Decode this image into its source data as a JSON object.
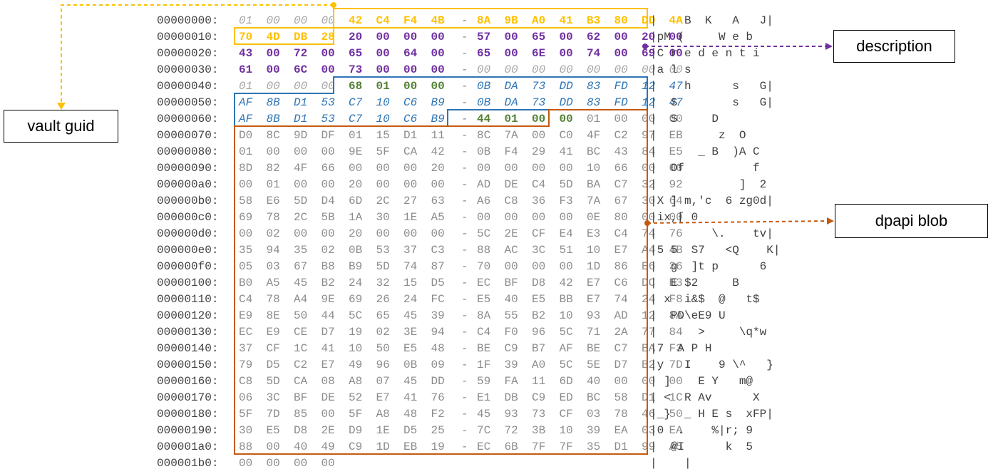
{
  "rows": [
    {
      "addr": "00000000:",
      "bytes": [
        "01",
        "00",
        "00",
        "00",
        "42",
        "C4",
        "F4",
        "4B",
        "8A",
        "9B",
        "A0",
        "41",
        "B3",
        "80",
        "DD",
        "4A"
      ],
      "cls": [
        "p",
        "p",
        "p",
        "p",
        "h",
        "h",
        "h",
        "h",
        "h",
        "h",
        "h",
        "h",
        "h",
        "h",
        "h",
        "h"
      ],
      "ascii": "|    B  K   A   J|"
    },
    {
      "addr": "00000010:",
      "bytes": [
        "70",
        "4D",
        "DB",
        "28",
        "20",
        "00",
        "00",
        "00",
        "57",
        "00",
        "65",
        "00",
        "62",
        "00",
        "20",
        "00"
      ],
      "cls": [
        "h",
        "h",
        "h",
        "h",
        "d",
        "d",
        "d",
        "d",
        "d",
        "d",
        "d",
        "d",
        "d",
        "d",
        "d",
        "d"
      ],
      "ascii": "|pM (     W e b  "
    },
    {
      "addr": "00000020:",
      "bytes": [
        "43",
        "00",
        "72",
        "00",
        "65",
        "00",
        "64",
        "00",
        "65",
        "00",
        "6E",
        "00",
        "74",
        "00",
        "69",
        "00"
      ],
      "cls": [
        "d",
        "d",
        "d",
        "d",
        "d",
        "d",
        "d",
        "d",
        "d",
        "d",
        "d",
        "d",
        "d",
        "d",
        "d",
        "d"
      ],
      "ascii": "|C r e d e n t i "
    },
    {
      "addr": "00000030:",
      "bytes": [
        "61",
        "00",
        "6C",
        "00",
        "73",
        "00",
        "00",
        "00",
        "00",
        "00",
        "00",
        "00",
        "00",
        "00",
        "00",
        "00"
      ],
      "cls": [
        "d",
        "d",
        "d",
        "d",
        "d",
        "d",
        "d",
        "d",
        "p",
        "p",
        "p",
        "p",
        "p",
        "p",
        "p",
        "p"
      ],
      "ascii": "|a l s           "
    },
    {
      "addr": "00000040:",
      "bytes": [
        "01",
        "00",
        "00",
        "00",
        "68",
        "01",
        "00",
        "00",
        "0B",
        "DA",
        "73",
        "DD",
        "83",
        "FD",
        "12",
        "47"
      ],
      "cls": [
        "p",
        "p",
        "p",
        "p",
        "l",
        "l",
        "l",
        "l",
        "g",
        "g",
        "g",
        "g",
        "g",
        "g",
        "g",
        "g"
      ],
      "ascii": "|    h      s   G|"
    },
    {
      "addr": "00000050:",
      "bytes": [
        "AF",
        "8B",
        "D1",
        "53",
        "C7",
        "10",
        "C6",
        "B9",
        "0B",
        "DA",
        "73",
        "DD",
        "83",
        "FD",
        "12",
        "47"
      ],
      "cls": [
        "g",
        "g",
        "g",
        "g",
        "g",
        "g",
        "g",
        "g",
        "g",
        "g",
        "g",
        "g",
        "g",
        "g",
        "g",
        "g"
      ],
      "ascii": "|  S        s   G|"
    },
    {
      "addr": "00000060:",
      "bytes": [
        "AF",
        "8B",
        "D1",
        "53",
        "C7",
        "10",
        "C6",
        "B9",
        "44",
        "01",
        "00",
        "00",
        "01",
        "00",
        "00",
        "00"
      ],
      "cls": [
        "g",
        "g",
        "g",
        "g",
        "g",
        "g",
        "g",
        "g",
        "l",
        "l",
        "l",
        "l",
        "b",
        "b",
        "b",
        "b"
      ],
      "ascii": "|  S     D       "
    },
    {
      "addr": "00000070:",
      "bytes": [
        "D0",
        "8C",
        "9D",
        "DF",
        "01",
        "15",
        "D1",
        "11",
        "8C",
        "7A",
        "00",
        "C0",
        "4F",
        "C2",
        "97",
        "EB"
      ],
      "cls": [
        "b",
        "b",
        "b",
        "b",
        "b",
        "b",
        "b",
        "b",
        "b",
        "b",
        "b",
        "b",
        "b",
        "b",
        "b",
        "b"
      ],
      "ascii": "|         z  O    "
    },
    {
      "addr": "00000080:",
      "bytes": [
        "01",
        "00",
        "00",
        "00",
        "9E",
        "5F",
        "CA",
        "42",
        "0B",
        "F4",
        "29",
        "41",
        "BC",
        "43",
        "84",
        "E5"
      ],
      "cls": [
        "b",
        "b",
        "b",
        "b",
        "b",
        "b",
        "b",
        "b",
        "b",
        "b",
        "b",
        "b",
        "b",
        "b",
        "b",
        "b"
      ],
      "ascii": "|      _ B  )A C  "
    },
    {
      "addr": "00000090:",
      "bytes": [
        "8D",
        "82",
        "4F",
        "66",
        "00",
        "00",
        "00",
        "20",
        "00",
        "00",
        "00",
        "00",
        "10",
        "66",
        "00",
        "00"
      ],
      "cls": [
        "b",
        "b",
        "b",
        "b",
        "b",
        "b",
        "b",
        "b",
        "b",
        "b",
        "b",
        "b",
        "b",
        "b",
        "b",
        "b"
      ],
      "ascii": "|  Of          f  "
    },
    {
      "addr": "000000a0:",
      "bytes": [
        "00",
        "01",
        "00",
        "00",
        "20",
        "00",
        "00",
        "00",
        "AD",
        "DE",
        "C4",
        "5D",
        "BA",
        "C7",
        "32",
        "92"
      ],
      "cls": [
        "b",
        "b",
        "b",
        "b",
        "b",
        "b",
        "b",
        "b",
        "b",
        "b",
        "b",
        "b",
        "b",
        "b",
        "b",
        "b"
      ],
      "ascii": "|            ]  2 "
    },
    {
      "addr": "000000b0:",
      "bytes": [
        "58",
        "E6",
        "5D",
        "D4",
        "6D",
        "2C",
        "27",
        "63",
        "A6",
        "C8",
        "36",
        "F3",
        "7A",
        "67",
        "30",
        "64"
      ],
      "cls": [
        "b",
        "b",
        "b",
        "b",
        "b",
        "b",
        "b",
        "b",
        "b",
        "b",
        "b",
        "b",
        "b",
        "b",
        "b",
        "b"
      ],
      "ascii": "|X ] m,'c  6 zg0d|"
    },
    {
      "addr": "000000c0:",
      "bytes": [
        "69",
        "78",
        "2C",
        "5B",
        "1A",
        "30",
        "1E",
        "A5",
        "00",
        "00",
        "00",
        "00",
        "0E",
        "80",
        "00",
        "00"
      ],
      "cls": [
        "b",
        "b",
        "b",
        "b",
        "b",
        "b",
        "b",
        "b",
        "b",
        "b",
        "b",
        "b",
        "b",
        "b",
        "b",
        "b"
      ],
      "ascii": "|ix,[ 0           "
    },
    {
      "addr": "000000d0:",
      "bytes": [
        "00",
        "02",
        "00",
        "00",
        "20",
        "00",
        "00",
        "00",
        "5C",
        "2E",
        "CF",
        "E4",
        "E3",
        "C4",
        "74",
        "76"
      ],
      "cls": [
        "b",
        "b",
        "b",
        "b",
        "b",
        "b",
        "b",
        "b",
        "b",
        "b",
        "b",
        "b",
        "b",
        "b",
        "b",
        "b"
      ],
      "ascii": "|        \\.    tv|"
    },
    {
      "addr": "000000e0:",
      "bytes": [
        "35",
        "94",
        "35",
        "02",
        "0B",
        "53",
        "37",
        "C3",
        "88",
        "AC",
        "3C",
        "51",
        "10",
        "E7",
        "A4",
        "4B"
      ],
      "cls": [
        "b",
        "b",
        "b",
        "b",
        "b",
        "b",
        "b",
        "b",
        "b",
        "b",
        "b",
        "b",
        "b",
        "b",
        "b",
        "b"
      ],
      "ascii": "|5 5  S7   <Q    K|"
    },
    {
      "addr": "000000f0:",
      "bytes": [
        "05",
        "03",
        "67",
        "B8",
        "B9",
        "5D",
        "74",
        "87",
        "70",
        "00",
        "00",
        "00",
        "1D",
        "86",
        "E6",
        "36"
      ],
      "cls": [
        "b",
        "b",
        "b",
        "b",
        "b",
        "b",
        "b",
        "b",
        "b",
        "b",
        "b",
        "b",
        "b",
        "b",
        "b",
        "b"
      ],
      "ascii": "|  g  ]t p      6 "
    },
    {
      "addr": "00000100:",
      "bytes": [
        "B0",
        "A5",
        "45",
        "B2",
        "24",
        "32",
        "15",
        "D5",
        "EC",
        "BF",
        "D8",
        "42",
        "E7",
        "C6",
        "DC",
        "B3"
      ],
      "cls": [
        "b",
        "b",
        "b",
        "b",
        "b",
        "b",
        "b",
        "b",
        "b",
        "b",
        "b",
        "b",
        "b",
        "b",
        "b",
        "b"
      ],
      "ascii": "|  E $2     B      "
    },
    {
      "addr": "00000110:",
      "bytes": [
        "C4",
        "78",
        "A4",
        "9E",
        "69",
        "26",
        "24",
        "FC",
        "E5",
        "40",
        "E5",
        "BB",
        "E7",
        "74",
        "24",
        "F8"
      ],
      "cls": [
        "b",
        "b",
        "b",
        "b",
        "b",
        "b",
        "b",
        "b",
        "b",
        "b",
        "b",
        "b",
        "b",
        "b",
        "b",
        "b"
      ],
      "ascii": "| x  i&$  @   t$  "
    },
    {
      "addr": "00000120:",
      "bytes": [
        "E9",
        "8E",
        "50",
        "44",
        "5C",
        "65",
        "45",
        "39",
        "8A",
        "55",
        "B2",
        "10",
        "93",
        "AD",
        "12",
        "8A"
      ],
      "cls": [
        "b",
        "b",
        "b",
        "b",
        "b",
        "b",
        "b",
        "b",
        "b",
        "b",
        "b",
        "b",
        "b",
        "b",
        "b",
        "b"
      ],
      "ascii": "|  PD\\eE9 U        "
    },
    {
      "addr": "00000130:",
      "bytes": [
        "EC",
        "E9",
        "CE",
        "D7",
        "19",
        "02",
        "3E",
        "94",
        "C4",
        "F0",
        "96",
        "5C",
        "71",
        "2A",
        "77",
        "84"
      ],
      "cls": [
        "b",
        "b",
        "b",
        "b",
        "b",
        "b",
        "b",
        "b",
        "b",
        "b",
        "b",
        "b",
        "b",
        "b",
        "b",
        "b"
      ],
      "ascii": "|      >     \\q*w  "
    },
    {
      "addr": "00000140:",
      "bytes": [
        "37",
        "CF",
        "1C",
        "41",
        "10",
        "50",
        "E5",
        "48",
        "BE",
        "C9",
        "B7",
        "AF",
        "BE",
        "C7",
        "BA",
        "F3"
      ],
      "cls": [
        "b",
        "b",
        "b",
        "b",
        "b",
        "b",
        "b",
        "b",
        "b",
        "b",
        "b",
        "b",
        "b",
        "b",
        "b",
        "b"
      ],
      "ascii": "|7  A P H          "
    },
    {
      "addr": "00000150:",
      "bytes": [
        "79",
        "D5",
        "C2",
        "E7",
        "49",
        "96",
        "0B",
        "09",
        "1F",
        "39",
        "A0",
        "5C",
        "5E",
        "D7",
        "B2",
        "7D"
      ],
      "cls": [
        "b",
        "b",
        "b",
        "b",
        "b",
        "b",
        "b",
        "b",
        "b",
        "b",
        "b",
        "b",
        "b",
        "b",
        "b",
        "b"
      ],
      "ascii": "|y   I    9 \\^   }"
    },
    {
      "addr": "00000160:",
      "bytes": [
        "C8",
        "5D",
        "CA",
        "08",
        "A8",
        "07",
        "45",
        "DD",
        "59",
        "FA",
        "11",
        "6D",
        "40",
        "00",
        "00",
        "00"
      ],
      "cls": [
        "b",
        "b",
        "b",
        "b",
        "b",
        "b",
        "b",
        "b",
        "b",
        "b",
        "b",
        "b",
        "b",
        "b",
        "b",
        "b"
      ],
      "ascii": "| ]    E Y   m@    "
    },
    {
      "addr": "00000170:",
      "bytes": [
        "06",
        "3C",
        "BF",
        "DE",
        "52",
        "E7",
        "41",
        "76",
        "E1",
        "DB",
        "C9",
        "ED",
        "BC",
        "58",
        "D1",
        "1C"
      ],
      "cls": [
        "b",
        "b",
        "b",
        "b",
        "b",
        "b",
        "b",
        "b",
        "b",
        "b",
        "b",
        "b",
        "b",
        "b",
        "b",
        "b"
      ],
      "ascii": "| <  R Av      X   "
    },
    {
      "addr": "00000180:",
      "bytes": [
        "5F",
        "7D",
        "85",
        "00",
        "5F",
        "A8",
        "48",
        "F2",
        "45",
        "93",
        "73",
        "CF",
        "03",
        "78",
        "46",
        "50"
      ],
      "cls": [
        "b",
        "b",
        "b",
        "b",
        "b",
        "b",
        "b",
        "b",
        "b",
        "b",
        "b",
        "b",
        "b",
        "b",
        "b",
        "b"
      ],
      "ascii": "|_}  _ H E s  xFP|"
    },
    {
      "addr": "00000190:",
      "bytes": [
        "30",
        "E5",
        "D8",
        "2E",
        "D9",
        "1E",
        "D5",
        "25",
        "7C",
        "72",
        "3B",
        "10",
        "39",
        "EA",
        "03",
        "EA"
      ],
      "cls": [
        "b",
        "b",
        "b",
        "b",
        "b",
        "b",
        "b",
        "b",
        "b",
        "b",
        "b",
        "b",
        "b",
        "b",
        "b",
        "b"
      ],
      "ascii": "|0  .    %|r; 9    "
    },
    {
      "addr": "000001a0:",
      "bytes": [
        "88",
        "00",
        "40",
        "49",
        "C9",
        "1D",
        "EB",
        "19",
        "EC",
        "6B",
        "7F",
        "7F",
        "35",
        "D1",
        "99",
        "A5"
      ],
      "cls": [
        "b",
        "b",
        "b",
        "b",
        "b",
        "b",
        "b",
        "b",
        "b",
        "b",
        "b",
        "b",
        "b",
        "b",
        "b",
        "b"
      ],
      "ascii": "|  @I      k  5    "
    },
    {
      "addr": "000001b0:",
      "bytes": [
        "00",
        "00",
        "00",
        "00"
      ],
      "cls": [
        "n",
        "n",
        "n",
        "n"
      ],
      "ascii": "|    |"
    }
  ],
  "separator": "-",
  "callouts": {
    "vault_guid": "vault guid",
    "description": "description",
    "dpapi_blob": "dpapi blob"
  },
  "colors": {
    "vault_guid": "#ffc000",
    "description": "#7030a0",
    "guid_fields": "#2e75b6",
    "lengths": "#548235",
    "dpapi_blob": "#c55a11"
  }
}
